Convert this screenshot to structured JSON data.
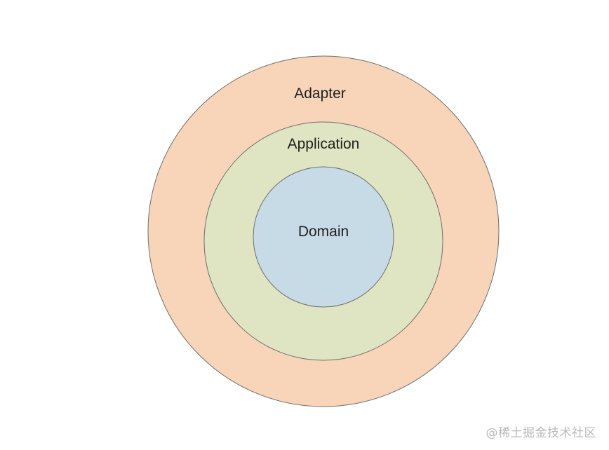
{
  "diagram": {
    "layers": [
      {
        "id": "adapter",
        "label": "Adapter",
        "fill": "#f8d5b8",
        "stroke": "#6e6e6e"
      },
      {
        "id": "application",
        "label": "Application",
        "fill": "#dfe4c2",
        "stroke": "#6e6e6e"
      },
      {
        "id": "domain",
        "label": "Domain",
        "fill": "#c6dbe6",
        "stroke": "#6e6e6e"
      }
    ]
  },
  "watermark": {
    "text": "@稀土掘金技术社区"
  }
}
